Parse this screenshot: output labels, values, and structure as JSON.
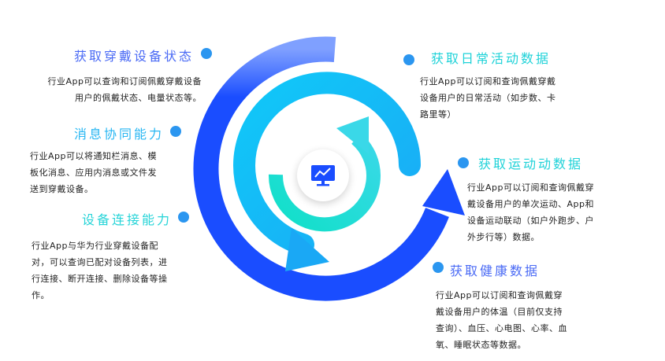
{
  "center_icon": "monitor-chart-icon",
  "colors": {
    "outer_ring": "#1a4dff",
    "middle_ring": "#14c6f6",
    "inner_ring": "#1ce0cf",
    "dot": "#2b96f0"
  },
  "items": [
    {
      "title": "获取穿戴设备状态",
      "desc": "行业App可以查询和订阅佩戴穿戴设备用户的佩戴状态、电量状态等。",
      "color": "#4a6af5"
    },
    {
      "title": "消息协同能力",
      "desc": "行业App可以将通知栏消息、模板化消息、应用内消息或文件发送到穿戴设备。",
      "color": "#27b6f2"
    },
    {
      "title": "设备连接能力",
      "desc": "行业App与华为行业穿戴设备配对，可以查询已配对设备列表，进行连接、断开连接、删除设备等操作。",
      "color": "#26d4d8"
    },
    {
      "title": "获取日常活动数据",
      "desc": "行业App可以订阅和查询佩戴穿戴设备用户的日常活动（如步数、卡路里等）",
      "color": "#1ed2d8"
    },
    {
      "title": "获取运动动数据",
      "desc": "行业App可以订阅和查询佩戴穿戴设备用户的单次运动、App和设备运动联动（如户外跑步、户外步行等）数据。",
      "color": "#1ed2d8"
    },
    {
      "title": "获取健康数据",
      "desc": "行业App可以订阅和查询佩戴穿戴设备用户的体温（目前仅支持查询）、血压、心电图、心率、血氧、睡眠状态等数据。",
      "color": "#4a6af5"
    }
  ]
}
